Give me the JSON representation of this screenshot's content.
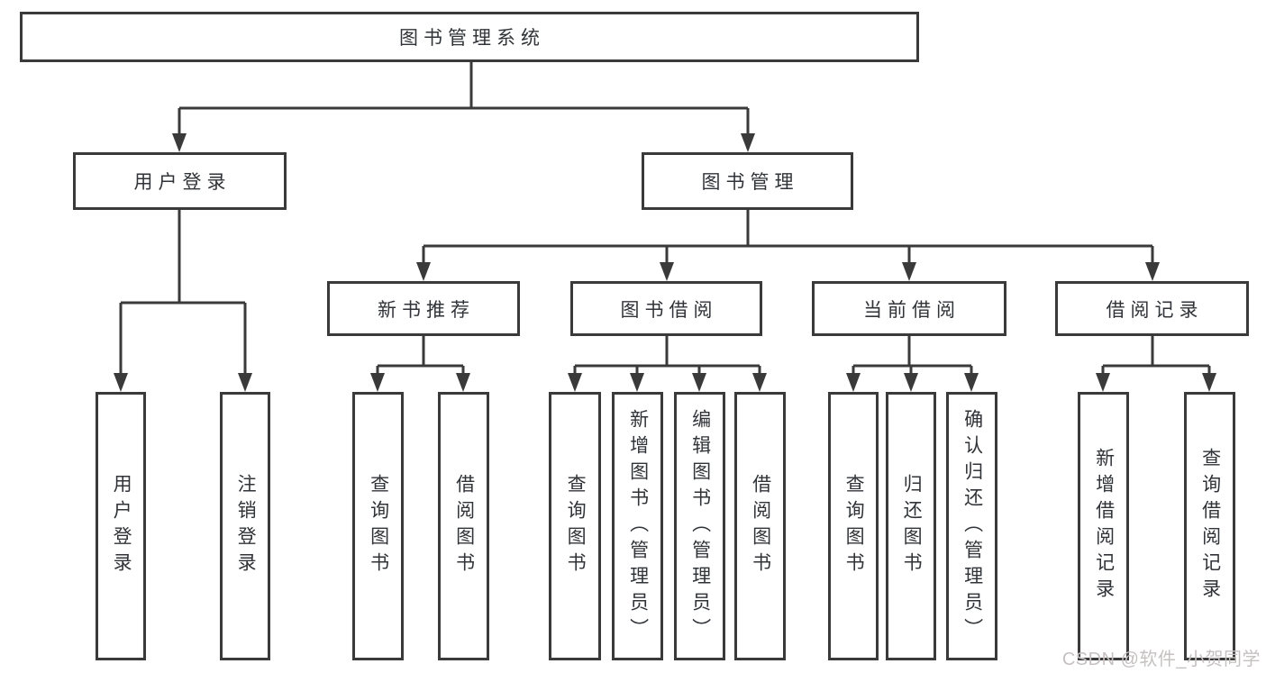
{
  "tree": {
    "root": "图书管理系统",
    "children": [
      {
        "label": "用户登录",
        "children": [
          "用户登录",
          "注销登录"
        ]
      },
      {
        "label": "图书管理",
        "children": [
          {
            "label": "新书推荐",
            "children": [
              "查询图书",
              "借阅图书"
            ]
          },
          {
            "label": "图书借阅",
            "children": [
              "查询图书",
              "新增图书（管理员）",
              "编辑图书（管理员）",
              "借阅图书"
            ]
          },
          {
            "label": "当前借阅",
            "children": [
              "查询图书",
              "归还图书",
              "确认归还（管理员）"
            ]
          },
          {
            "label": "借阅记录",
            "children": [
              "新增借阅记录",
              "查询借阅记录"
            ]
          }
        ]
      }
    ]
  },
  "watermark": "CSDN @软件_小贺同学",
  "colors": {
    "line": "#3a3a3a",
    "text": "#303338",
    "watermark": "#c6c1c1",
    "background": "#ffffff"
  }
}
